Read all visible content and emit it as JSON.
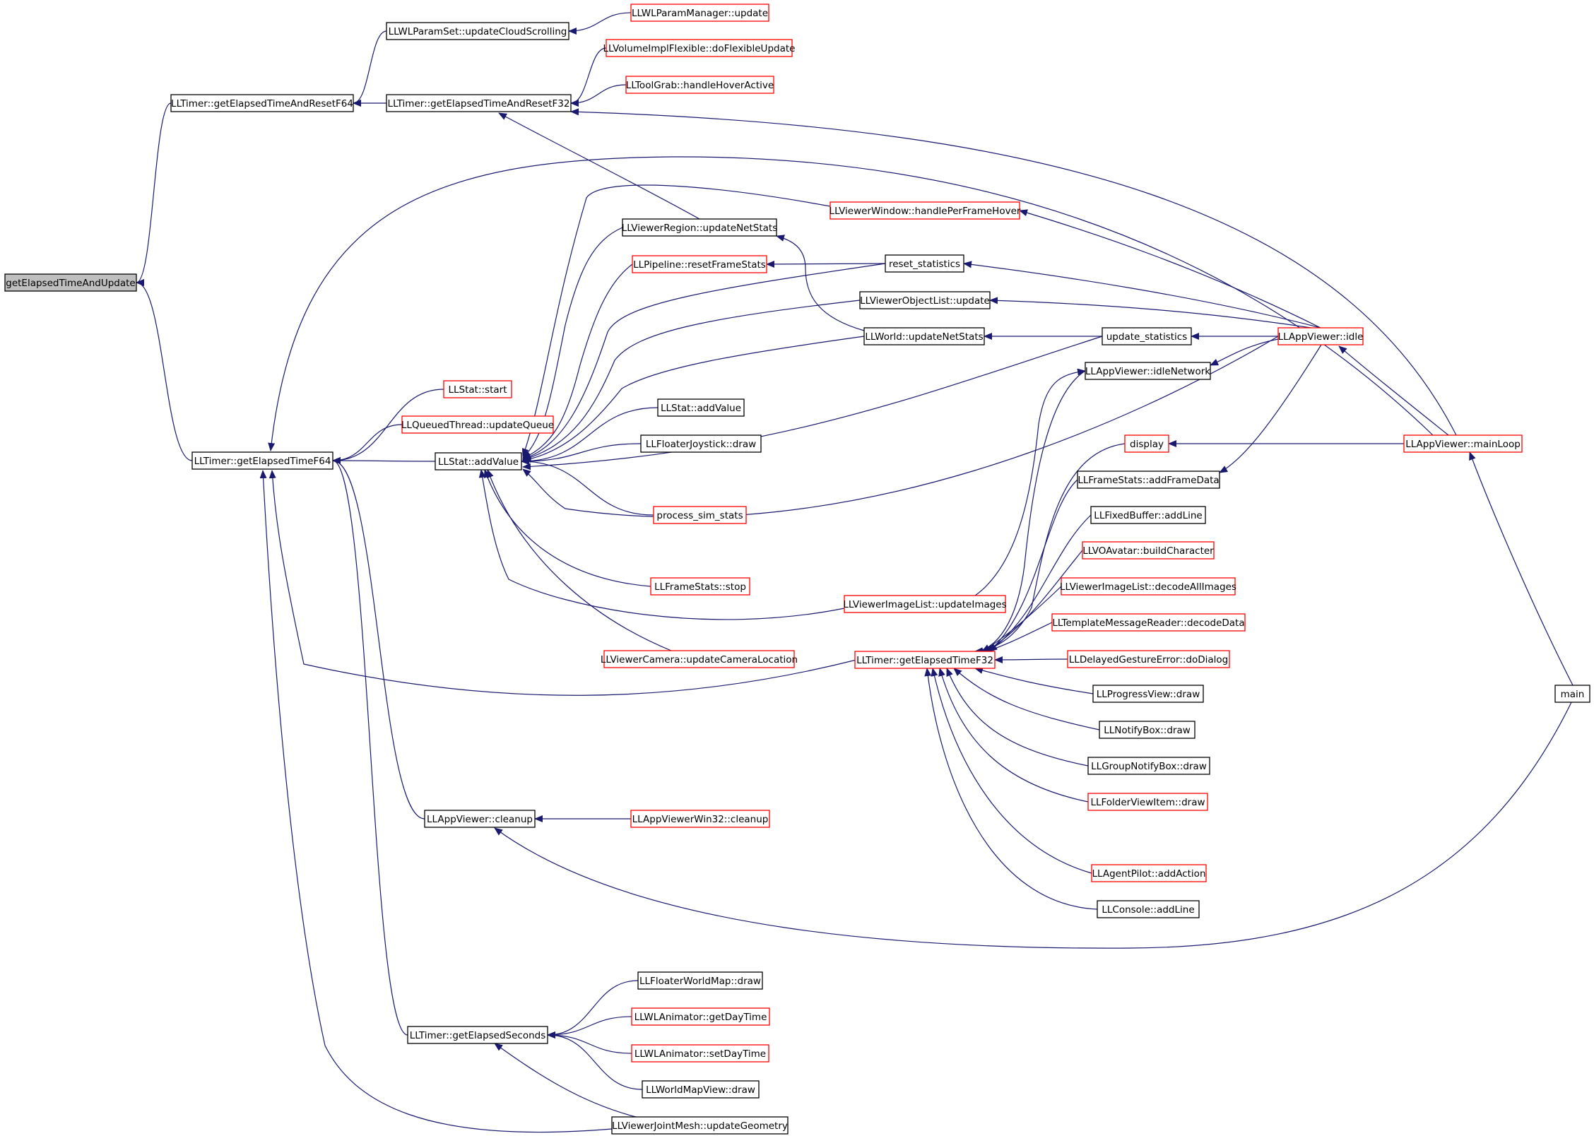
{
  "colors": {
    "background": "#ffffff",
    "edge": "#191970",
    "text": "#000000",
    "border_normal": "#000000",
    "border_truncated": "#ff0000",
    "fill_root": "#bfbfbf",
    "fill_normal": "#ffffff"
  },
  "nodes": [
    {
      "id": "root",
      "label": "getElapsedTimeAndUpdate",
      "style": "root"
    },
    {
      "id": "resetF64",
      "label": "LLTimer::getElapsedTimeAndResetF64",
      "style": "normal"
    },
    {
      "id": "resetF32",
      "label": "LLTimer::getElapsedTimeAndResetF32",
      "style": "normal"
    },
    {
      "id": "cloudScroll",
      "label": "LLWLParamSet::updateCloudScrolling",
      "style": "normal"
    },
    {
      "id": "wlParamMgr",
      "label": "LLWLParamManager::update",
      "style": "truncated"
    },
    {
      "id": "volFlex",
      "label": "LLVolumeImplFlexible::doFlexibleUpdate",
      "style": "truncated"
    },
    {
      "id": "toolGrab",
      "label": "LLToolGrab::handleHoverActive",
      "style": "truncated"
    },
    {
      "id": "winHover",
      "label": "LLViewerWindow::handlePerFrameHover",
      "style": "truncated"
    },
    {
      "id": "regionNet",
      "label": "LLViewerRegion::updateNetStats",
      "style": "normal"
    },
    {
      "id": "pipeReset",
      "label": "LLPipeline::resetFrameStats",
      "style": "truncated"
    },
    {
      "id": "resetStats",
      "label": "reset_statistics",
      "style": "normal"
    },
    {
      "id": "objList",
      "label": "LLViewerObjectList::update",
      "style": "normal"
    },
    {
      "id": "worldNet",
      "label": "LLWorld::updateNetStats",
      "style": "normal"
    },
    {
      "id": "updStats",
      "label": "update_statistics",
      "style": "normal"
    },
    {
      "id": "idle",
      "label": "LLAppViewer::idle",
      "style": "truncated"
    },
    {
      "id": "idleNet",
      "label": "LLAppViewer::idleNetwork",
      "style": "normal"
    },
    {
      "id": "statStart",
      "label": "LLStat::start",
      "style": "truncated"
    },
    {
      "id": "qThread",
      "label": "LLQueuedThread::updateQueue",
      "style": "truncated"
    },
    {
      "id": "getF64",
      "label": "LLTimer::getElapsedTimeF64",
      "style": "normal"
    },
    {
      "id": "addValueMain",
      "label": "LLStat::addValue",
      "style": "normal"
    },
    {
      "id": "addValueTop",
      "label": "LLStat::addValue",
      "style": "normal"
    },
    {
      "id": "joystick",
      "label": "LLFloaterJoystick::draw",
      "style": "normal"
    },
    {
      "id": "display",
      "label": "display",
      "style": "truncated"
    },
    {
      "id": "mainLoop",
      "label": "LLAppViewer::mainLoop",
      "style": "truncated"
    },
    {
      "id": "frameAdd",
      "label": "LLFrameStats::addFrameData",
      "style": "normal"
    },
    {
      "id": "simStats",
      "label": "process_sim_stats",
      "style": "truncated"
    },
    {
      "id": "fixedBuf",
      "label": "LLFixedBuffer::addLine",
      "style": "normal"
    },
    {
      "id": "buildChar",
      "label": "LLVOAvatar::buildCharacter",
      "style": "truncated"
    },
    {
      "id": "frameStop",
      "label": "LLFrameStats::stop",
      "style": "truncated"
    },
    {
      "id": "decodeAll",
      "label": "LLViewerImageList::decodeAllImages",
      "style": "truncated"
    },
    {
      "id": "updImages",
      "label": "LLViewerImageList::updateImages",
      "style": "truncated"
    },
    {
      "id": "tmplDecode",
      "label": "LLTemplateMessageReader::decodeData",
      "style": "truncated"
    },
    {
      "id": "camLoc",
      "label": "LLViewerCamera::updateCameraLocation",
      "style": "truncated"
    },
    {
      "id": "getF32",
      "label": "LLTimer::getElapsedTimeF32",
      "style": "truncated"
    },
    {
      "id": "gesture",
      "label": "LLDelayedGestureError::doDialog",
      "style": "truncated"
    },
    {
      "id": "progress",
      "label": "LLProgressView::draw",
      "style": "normal"
    },
    {
      "id": "main",
      "label": "main",
      "style": "normal"
    },
    {
      "id": "notify",
      "label": "LLNotifyBox::draw",
      "style": "normal"
    },
    {
      "id": "groupNotify",
      "label": "LLGroupNotifyBox::draw",
      "style": "normal"
    },
    {
      "id": "folder",
      "label": "LLFolderViewItem::draw",
      "style": "truncated"
    },
    {
      "id": "cleanup",
      "label": "LLAppViewer::cleanup",
      "style": "normal"
    },
    {
      "id": "win32Cleanup",
      "label": "LLAppViewerWin32::cleanup",
      "style": "truncated"
    },
    {
      "id": "agentPilot",
      "label": "LLAgentPilot::addAction",
      "style": "truncated"
    },
    {
      "id": "console",
      "label": "LLConsole::addLine",
      "style": "normal"
    },
    {
      "id": "worldMapDraw",
      "label": "LLFloaterWorldMap::draw",
      "style": "normal"
    },
    {
      "id": "getSecs",
      "label": "LLTimer::getElapsedSeconds",
      "style": "normal"
    },
    {
      "id": "getDay",
      "label": "LLWLAnimator::getDayTime",
      "style": "truncated"
    },
    {
      "id": "setDay",
      "label": "LLWLAnimator::setDayTime",
      "style": "truncated"
    },
    {
      "id": "mapView",
      "label": "LLWorldMapView::draw",
      "style": "normal"
    },
    {
      "id": "jointMesh",
      "label": "LLViewerJointMesh::updateGeometry",
      "style": "normal"
    }
  ],
  "edges": [
    {
      "from": "resetF64",
      "to": "root"
    },
    {
      "from": "getF64",
      "to": "root"
    },
    {
      "from": "resetF32",
      "to": "resetF64"
    },
    {
      "from": "cloudScroll",
      "to": "resetF64"
    },
    {
      "from": "wlParamMgr",
      "to": "cloudScroll"
    },
    {
      "from": "volFlex",
      "to": "resetF32"
    },
    {
      "from": "toolGrab",
      "to": "resetF32"
    },
    {
      "from": "mainLoop",
      "to": "resetF32"
    },
    {
      "from": "regionNet",
      "to": "resetF32"
    },
    {
      "from": "addValueMain",
      "to": "getF64"
    },
    {
      "from": "statStart",
      "to": "getF64"
    },
    {
      "from": "qThread",
      "to": "getF64"
    },
    {
      "from": "mainLoop",
      "to": "getF64"
    },
    {
      "from": "getF32",
      "to": "getF64"
    },
    {
      "from": "cleanup",
      "to": "getF64"
    },
    {
      "from": "getSecs",
      "to": "getF64"
    },
    {
      "from": "jointMesh",
      "to": "getF64"
    },
    {
      "from": "winHover",
      "to": "addValueMain"
    },
    {
      "from": "regionNet",
      "to": "addValueMain"
    },
    {
      "from": "pipeReset",
      "to": "addValueMain"
    },
    {
      "from": "resetStats",
      "to": "addValueMain"
    },
    {
      "from": "objList",
      "to": "addValueMain"
    },
    {
      "from": "worldNet",
      "to": "addValueMain"
    },
    {
      "from": "updStats",
      "to": "addValueMain"
    },
    {
      "from": "addValueTop",
      "to": "addValueMain"
    },
    {
      "from": "joystick",
      "to": "addValueMain"
    },
    {
      "from": "simStats",
      "to": "addValueMain"
    },
    {
      "from": "frameStop",
      "to": "addValueMain"
    },
    {
      "from": "updImages",
      "to": "addValueMain"
    },
    {
      "from": "camLoc",
      "to": "addValueMain"
    },
    {
      "from": "idle",
      "to": "addValueMain"
    },
    {
      "from": "resetStats",
      "to": "pipeReset"
    },
    {
      "from": "worldNet",
      "to": "regionNet"
    },
    {
      "from": "updStats",
      "to": "worldNet"
    },
    {
      "from": "idle",
      "to": "winHover"
    },
    {
      "from": "idle",
      "to": "resetStats"
    },
    {
      "from": "idle",
      "to": "objList"
    },
    {
      "from": "idle",
      "to": "updStats"
    },
    {
      "from": "idle",
      "to": "idleNet"
    },
    {
      "from": "idle",
      "to": "frameAdd"
    },
    {
      "from": "mainLoop",
      "to": "idle"
    },
    {
      "from": "mainLoop",
      "to": "display"
    },
    {
      "from": "main",
      "to": "mainLoop"
    },
    {
      "from": "main",
      "to": "cleanup"
    },
    {
      "from": "win32Cleanup",
      "to": "cleanup"
    },
    {
      "from": "updImages",
      "to": "idleNet"
    },
    {
      "from": "gesture",
      "to": "getF32"
    },
    {
      "from": "tmplDecode",
      "to": "getF32"
    },
    {
      "from": "decodeAll",
      "to": "getF32"
    },
    {
      "from": "buildChar",
      "to": "getF32"
    },
    {
      "from": "fixedBuf",
      "to": "getF32"
    },
    {
      "from": "frameAdd",
      "to": "getF32"
    },
    {
      "from": "display",
      "to": "getF32"
    },
    {
      "from": "idleNet",
      "to": "getF32"
    },
    {
      "from": "progress",
      "to": "getF32"
    },
    {
      "from": "notify",
      "to": "getF32"
    },
    {
      "from": "groupNotify",
      "to": "getF32"
    },
    {
      "from": "folder",
      "to": "getF32"
    },
    {
      "from": "agentPilot",
      "to": "getF32"
    },
    {
      "from": "console",
      "to": "getF32"
    },
    {
      "from": "worldMapDraw",
      "to": "getSecs"
    },
    {
      "from": "getDay",
      "to": "getSecs"
    },
    {
      "from": "setDay",
      "to": "getSecs"
    },
    {
      "from": "mapView",
      "to": "getSecs"
    },
    {
      "from": "jointMesh",
      "to": "getSecs"
    }
  ]
}
